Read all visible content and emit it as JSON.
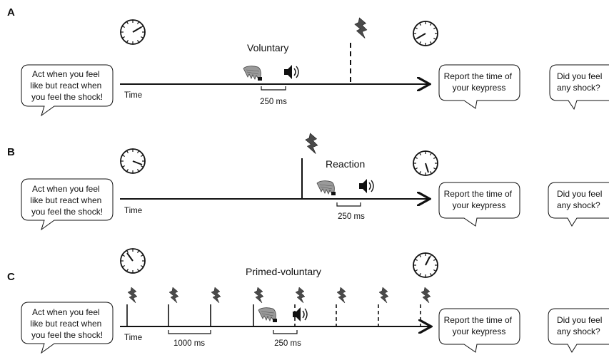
{
  "panels": [
    {
      "label": "A",
      "condition": "Voluntary",
      "instruction": [
        "Act when you feel",
        "like but react when",
        "you feel the shock!"
      ],
      "time_label": "Time",
      "interval_label": "250 ms",
      "report": [
        "Report the time of",
        "your keypress"
      ],
      "question": [
        "Did you feel",
        "any shock?"
      ]
    },
    {
      "label": "B",
      "condition": "Reaction",
      "instruction": [
        "Act when you feel",
        "like but react when",
        "you feel the shock!"
      ],
      "time_label": "Time",
      "interval_label": "250 ms",
      "report": [
        "Report the time of",
        "your keypress"
      ],
      "question": [
        "Did you feel",
        "any shock?"
      ]
    },
    {
      "label": "C",
      "condition": "Primed-voluntary",
      "instruction": [
        "Act when you feel",
        "like but react when",
        "you feel the shock!"
      ],
      "time_label": "Time",
      "interval_label": "250 ms",
      "prime_interval_label": "1000 ms",
      "report": [
        "Report the time of",
        "your keypress"
      ],
      "question": [
        "Did you feel",
        "any shock?"
      ]
    }
  ],
  "icons": [
    "clock-icon",
    "hand-keypress-icon",
    "speaker-tone-icon",
    "lightning-shock-icon"
  ]
}
